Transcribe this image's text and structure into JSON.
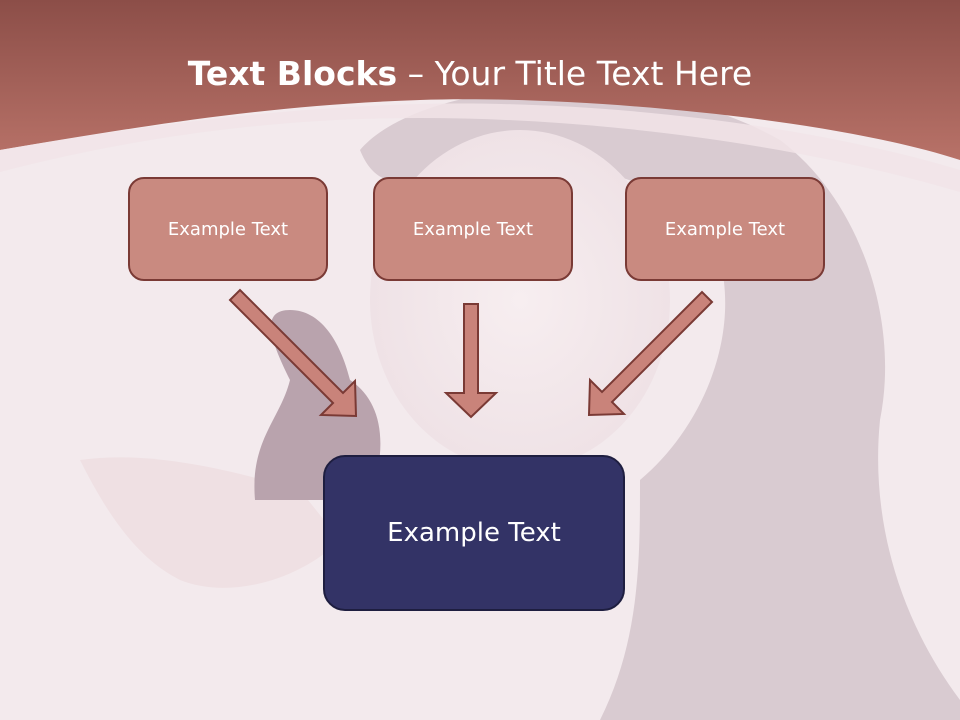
{
  "slide": {
    "title_bold": "Text Blocks",
    "title_dash": " – ",
    "title_rest": "Your Title Text Here"
  },
  "diagram": {
    "top_boxes": [
      {
        "label": "Example Text"
      },
      {
        "label": "Example Text"
      },
      {
        "label": "Example Text"
      }
    ],
    "target_box": {
      "label": "Example Text"
    }
  },
  "colors": {
    "header": "#b06d64",
    "box_fill": "#c98a80",
    "box_border": "#7a3a35",
    "target_fill": "#333366",
    "arrow_fill": "#c9837a",
    "arrow_stroke": "#7a3a35"
  },
  "icons": [
    "woman-photo-background-image"
  ]
}
